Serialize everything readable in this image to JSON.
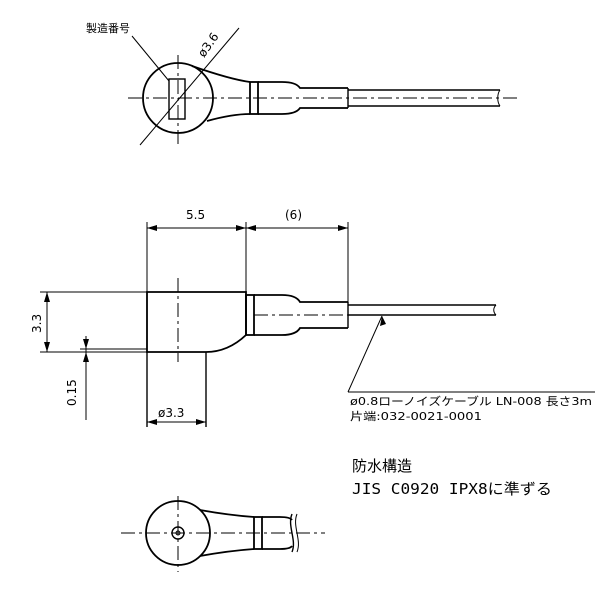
{
  "top_view": {
    "serial_label": "製造番号",
    "diameter_label": "ø3.6"
  },
  "side_view": {
    "dim_length": "5.5",
    "dim_cable_ref": "(6)",
    "dim_height": "3.3",
    "dim_offset": "0.15",
    "dim_diameter": "ø3.3"
  },
  "cable_spec": {
    "line1": "ø0.8ローノイズケーブル LN-008 長さ3m",
    "line2": "片端:032-0021-0001"
  },
  "notes": {
    "line1": "防水構造",
    "line2": "JIS C0920 IPX8に準ずる"
  }
}
